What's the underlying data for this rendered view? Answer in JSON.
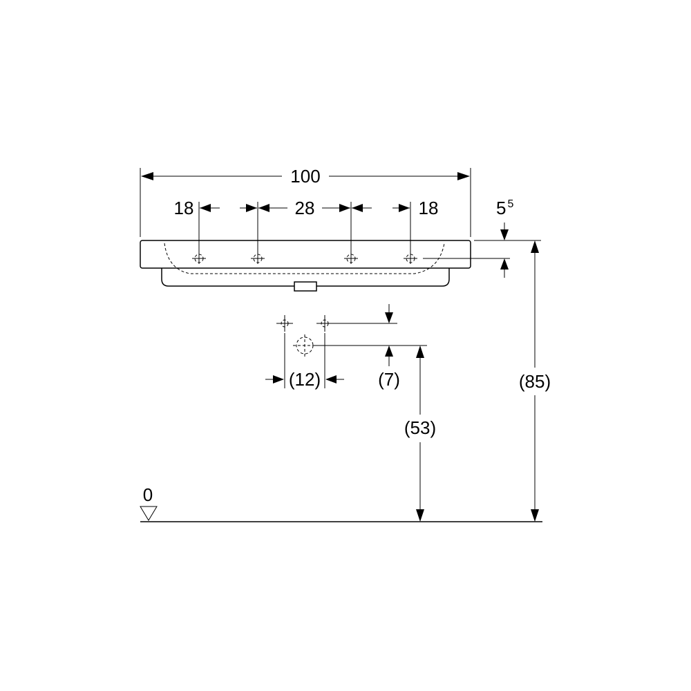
{
  "labels": {
    "overall_width": "100",
    "left_tap_offset": "18",
    "center_tap_spacing": "28",
    "right_tap_offset": "18",
    "top_thickness_main": "5",
    "top_thickness_sup": "5",
    "waste_spacing": "(12)",
    "waste_vertical": "(7)",
    "waste_height": "(53)",
    "rim_height": "(85)",
    "floor_level": "0"
  }
}
